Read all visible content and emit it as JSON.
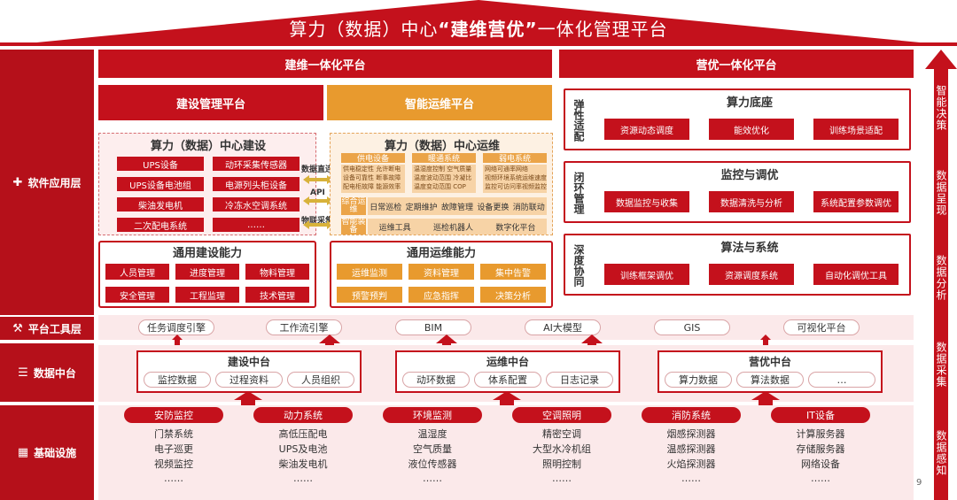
{
  "title": {
    "part1": "算力（数据）中心",
    "part2": "“建维营优”",
    "part3": "一体化管理平台"
  },
  "layers": {
    "software": "软件应用层",
    "platform_tools": "平台工具层",
    "data_center": "数据中台",
    "infrastructure": "基础设施"
  },
  "right_labels": [
    "智能决策",
    "数据呈现",
    "数据分析",
    "数据采集",
    "数据感知"
  ],
  "page_number": "9",
  "jianwei": {
    "header": "建维一体化平台",
    "build_platform": "建设管理平台",
    "ops_platform": "智能运维平台",
    "build": {
      "title": "算力（数据）中心建设",
      "items": [
        "UPS设备",
        "动环采集传感器",
        "UPS设备电池组",
        "电源列头柜设备",
        "柴油发电机",
        "冷冻水空调系统",
        "二次配电系统",
        "……"
      ]
    },
    "connectors": [
      "数据直连",
      "API",
      "物联采集"
    ],
    "ops": {
      "title": "算力（数据）中心运维",
      "columns": [
        {
          "name": "供电设备",
          "lines": [
            "供电稳定性 允许断电",
            "设备可靠性 断事故障",
            "配电柜故障 能源效率"
          ]
        },
        {
          "name": "暖通系统",
          "lines": [
            "温湿度控制 空气质量",
            "温度波动范围 冷凝比",
            "温度变动范围 COP"
          ]
        },
        {
          "name": "弱电系统",
          "lines": [
            "网络可通率网络",
            "视频环境系统运维速度",
            "监控可访问率视频监控"
          ]
        }
      ],
      "row1_label": "综合运维",
      "row1_items": [
        "日常巡检",
        "定期维护",
        "故障管理",
        "设备更换",
        "消防联动"
      ],
      "row2_label": "智能装备",
      "row2_items": [
        "运维工具",
        "巡检机器人",
        "数字化平台"
      ]
    },
    "general_build": {
      "title": "通用建设能力",
      "items": [
        "人员管理",
        "进度管理",
        "物料管理",
        "安全管理",
        "工程监理",
        "技术管理"
      ]
    },
    "general_ops": {
      "title": "通用运维能力",
      "items": [
        "运维监测",
        "资料管理",
        "集中告警",
        "预警预判",
        "应急指挥",
        "决策分析"
      ]
    }
  },
  "yingyou": {
    "header": "营优一体化平台",
    "sections": [
      {
        "side": "弹性适配",
        "title": "算力底座",
        "items": [
          "资源动态调度",
          "能效优化",
          "训练场景适配"
        ]
      },
      {
        "side": "闭环管理",
        "title": "监控与调优",
        "items": [
          "数据监控与收集",
          "数据清洗与分析",
          "系统配置参数调优"
        ]
      },
      {
        "side": "深度协同",
        "title": "算法与系统",
        "items": [
          "训练框架调优",
          "资源调度系统",
          "自动化调优工具"
        ]
      }
    ]
  },
  "tools": [
    "任务调度引擎",
    "工作流引擎",
    "BIM",
    "AI大模型",
    "GIS",
    "可视化平台"
  ],
  "middle": [
    {
      "title": "建设中台",
      "items": [
        "监控数据",
        "过程资料",
        "人员组织"
      ]
    },
    {
      "title": "运维中台",
      "items": [
        "动环数据",
        "体系配置",
        "日志记录"
      ]
    },
    {
      "title": "营优中台",
      "items": [
        "算力数据",
        "算法数据",
        "…"
      ]
    }
  ],
  "infra": [
    {
      "name": "安防监控",
      "items": [
        "门禁系统",
        "电子巡更",
        "视频监控",
        "……"
      ]
    },
    {
      "name": "动力系统",
      "items": [
        "高低压配电",
        "UPS及电池",
        "柴油发电机",
        "……"
      ]
    },
    {
      "name": "环境监测",
      "items": [
        "温湿度",
        "空气质量",
        "液位传感器",
        "……"
      ]
    },
    {
      "name": "空调照明",
      "items": [
        "精密空调",
        "大型水冷机组",
        "照明控制",
        "……"
      ]
    },
    {
      "name": "消防系统",
      "items": [
        "烟感探测器",
        "温感探测器",
        "火焰探测器",
        "……"
      ]
    },
    {
      "name": "IT设备",
      "items": [
        "计算服务器",
        "存储服务器",
        "网络设备",
        "……"
      ]
    }
  ],
  "colors": {
    "primary": "#c4111c",
    "dark": "#b5101a",
    "orange": "#e89a2e",
    "pink_bg": "#fdeeee"
  }
}
